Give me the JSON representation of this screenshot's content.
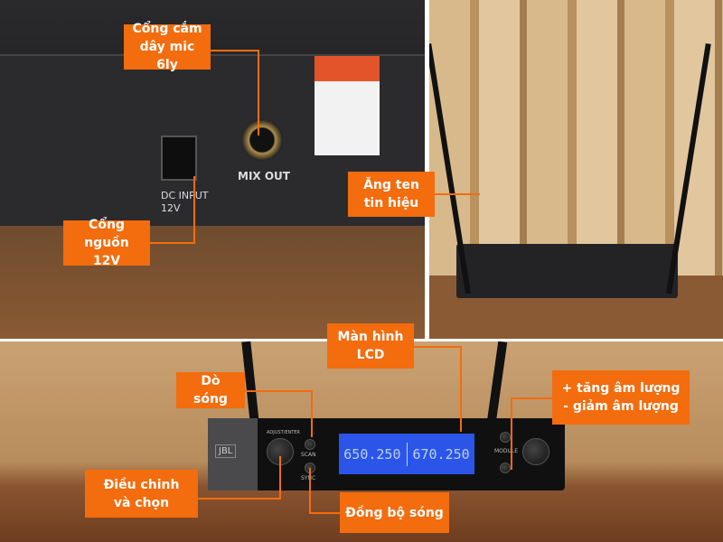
{
  "labels": {
    "mic_port": [
      "Cổng cắm",
      "dây mic 6ly"
    ],
    "power_port": [
      "Cổng",
      "nguồn 12V"
    ],
    "antenna": [
      "Ăng ten",
      "tin hiệu"
    ],
    "lcd": [
      "Màn hình",
      "LCD"
    ],
    "scan": "Dò sóng",
    "volume": [
      "+ tăng âm lượng",
      "- giảm âm lượng"
    ],
    "adjust": [
      "Điều chinh",
      "và chọn"
    ],
    "sync": "Đồng bộ sóng"
  },
  "device": {
    "brand": "JBL",
    "mix_out": "MIX OUT",
    "dc_input": "DC INPUT",
    "dc_volt": "12V",
    "ch_a_freq": "650.250",
    "ch_b_freq": "670.250",
    "scan_btn": "SCAN",
    "sync_btn": "SYNC",
    "module_btn": "MODULE",
    "adjust_enter": "ADJUST/ENTER"
  },
  "colors": {
    "label_bg": "#f36c0d",
    "lcd": "#2a55e8"
  }
}
